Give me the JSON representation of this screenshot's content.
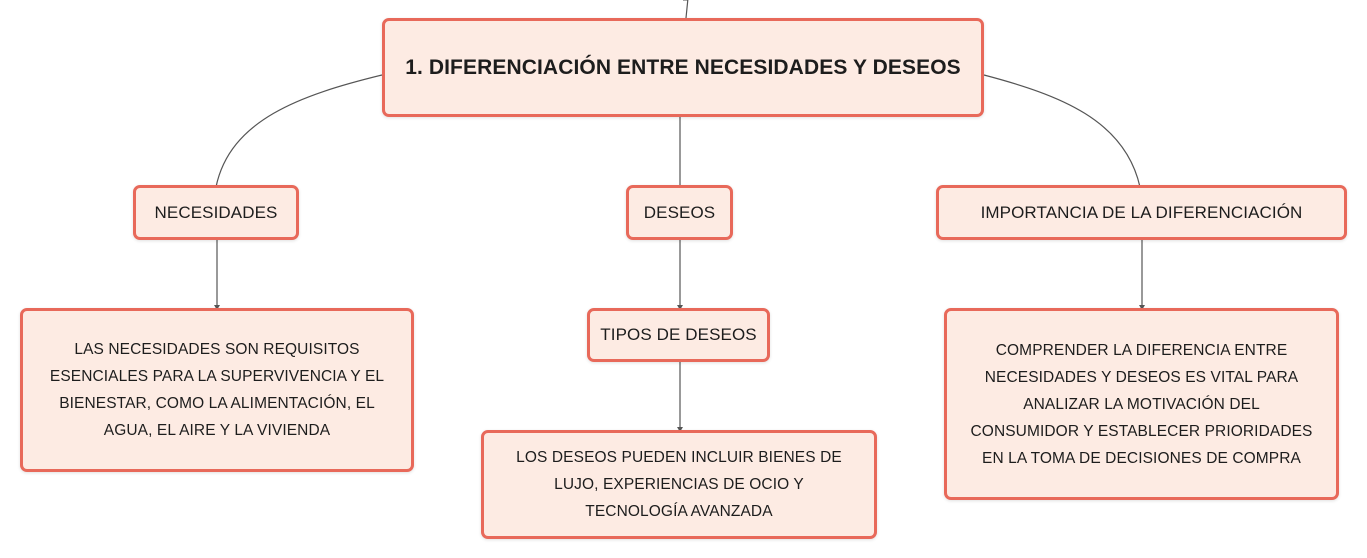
{
  "root": {
    "label": "1. DIFERENCIACIÓN ENTRE NECESIDADES Y DESEOS"
  },
  "branches": [
    {
      "label": "NECESIDADES",
      "detail": "LAS NECESIDADES SON REQUISITOS\nESENCIALES PARA LA SUPERVIVENCIA Y EL\nBIENESTAR, COMO LA ALIMENTACIÓN, EL\nAGUA, EL AIRE Y LA VIVIENDA"
    },
    {
      "label": "DESEOS",
      "sub": {
        "label": "TIPOS DE DESEOS",
        "detail": "LOS DESEOS PUEDEN INCLUIR BIENES DE\nLUJO, EXPERIENCIAS DE OCIO Y\nTECNOLOGÍA AVANZADA"
      }
    },
    {
      "label": "IMPORTANCIA DE LA DIFERENCIACIÓN",
      "detail": "COMPRENDER LA DIFERENCIA ENTRE\nNECESIDADES Y DESEOS ES VITAL PARA\nANALIZAR LA MOTIVACIÓN DEL\nCONSUMIDOR Y ESTABLECER PRIORIDADES\nEN LA TOMA DE DECISIONES DE COMPRA"
    }
  ],
  "colors": {
    "node_fill": "#fdebe3",
    "node_border": "#e8695a",
    "connector": "#555555"
  }
}
